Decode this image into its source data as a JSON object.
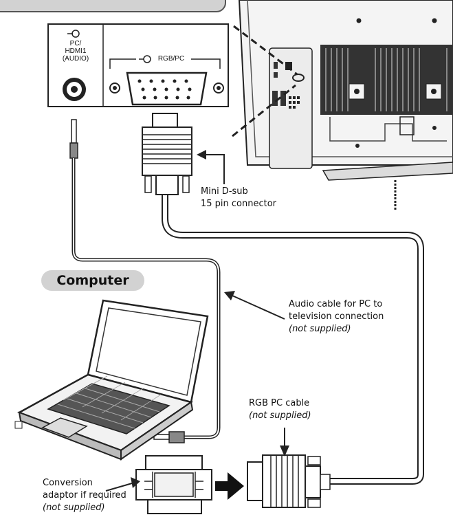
{
  "panel": {
    "audio_jack_label_1": "PC/",
    "audio_jack_label_2": "HDMI1",
    "audio_jack_label_3": "(AUDIO)",
    "rgb_port_label": "RGB/PC"
  },
  "computer_badge": "Computer",
  "callouts": {
    "mini_dsub_1": "Mini D-sub",
    "mini_dsub_2": "15 pin connector",
    "audio_cable_1": "Audio cable for PC to",
    "audio_cable_2": "television connection",
    "audio_cable_3": "(not supplied)",
    "rgb_cable_1": "RGB PC cable",
    "rgb_cable_2": "(not supplied)",
    "adaptor_1": "Conversion",
    "adaptor_2": "adaptor if required",
    "adaptor_3": "(not supplied)"
  }
}
